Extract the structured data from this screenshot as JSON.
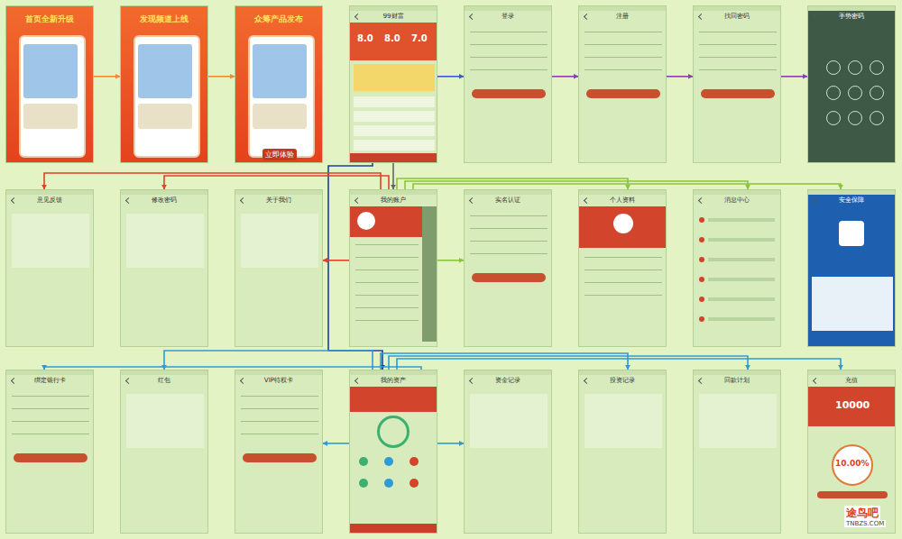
{
  "diagram": {
    "nodes": [
      {
        "text": [
          "首页全新升级"
        ]
      },
      {
        "text": [
          "发现频道上线"
        ]
      },
      {
        "text": [
          "众筹产品发布"
        ]
      },
      {
        "text": [
          "99财富"
        ]
      },
      {
        "text": [
          "登录"
        ]
      },
      {
        "text": [
          "注册"
        ]
      },
      {
        "text": [
          "找回密码"
        ]
      },
      {
        "text": [
          "手势密码"
        ]
      },
      {
        "text": [
          "意见反馈"
        ]
      },
      {
        "text": [
          "修改密码"
        ]
      },
      {
        "text": [
          "关于我们"
        ]
      },
      {
        "text": [
          "我的账户"
        ]
      },
      {
        "text": [
          "实名认证"
        ]
      },
      {
        "text": [
          "个人资料"
        ]
      },
      {
        "text": [
          "消息中心"
        ]
      },
      {
        "text": [
          "安全保障"
        ]
      },
      {
        "text": [
          "绑定银行卡"
        ]
      },
      {
        "text": [
          "红包"
        ]
      },
      {
        "text": [
          "VIP特权卡"
        ]
      },
      {
        "text": [
          "我的资产"
        ]
      },
      {
        "text": [
          "资金记录"
        ]
      },
      {
        "text": [
          "投资记录"
        ]
      },
      {
        "text": [
          "回款计划"
        ]
      },
      {
        "text": [
          "充值"
        ]
      }
    ],
    "edges": [
      {
        "from": 0,
        "to": 1,
        "arrow": "to"
      },
      {
        "from": 1,
        "to": 2,
        "arrow": "to"
      },
      {
        "from": 3,
        "to": 4,
        "arrow": "to"
      },
      {
        "from": 4,
        "to": 5,
        "arrow": "to"
      },
      {
        "from": 5,
        "to": 6,
        "arrow": "to"
      },
      {
        "from": 6,
        "to": 7,
        "arrow": "to"
      },
      {
        "from": 3,
        "to": 11,
        "arrow": "to"
      },
      {
        "from": 3,
        "to": 19,
        "arrow": "to"
      },
      {
        "from": 11,
        "to": 8,
        "arrow": "to"
      },
      {
        "from": 11,
        "to": 9,
        "arrow": "to"
      },
      {
        "from": 11,
        "to": 10,
        "arrow": "to"
      },
      {
        "from": 11,
        "to": 12,
        "arrow": "to"
      },
      {
        "from": 11,
        "to": 13,
        "arrow": "to"
      },
      {
        "from": 11,
        "to": 14,
        "arrow": "to"
      },
      {
        "from": 11,
        "to": 15,
        "arrow": "to"
      },
      {
        "from": 19,
        "to": 16,
        "arrow": "to"
      },
      {
        "from": 19,
        "to": 17,
        "arrow": "to"
      },
      {
        "from": 19,
        "to": 18,
        "arrow": "to"
      },
      {
        "from": 19,
        "to": 20,
        "arrow": "to"
      },
      {
        "from": 19,
        "to": 21,
        "arrow": "to"
      },
      {
        "from": 19,
        "to": 22,
        "arrow": "to"
      },
      {
        "from": 19,
        "to": 23,
        "arrow": "to"
      }
    ],
    "labels": [
      "8.0",
      "8.0",
      "7.0",
      "立即体验",
      "10000",
      "10.00%",
      "途鸟吧",
      "TNBZS.COM"
    ]
  }
}
